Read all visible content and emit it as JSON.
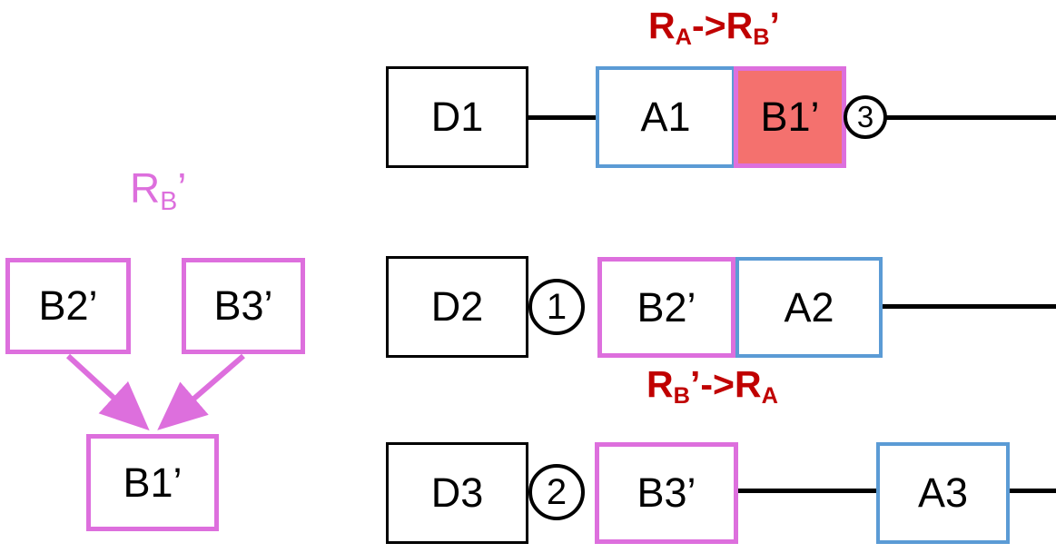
{
  "colors": {
    "magenta": "#DD6FDD",
    "blue": "#5B9BD5",
    "highlight_red_fill": "#F4716E",
    "annotation_red": "#C00000",
    "black": "#000000"
  },
  "left_group": {
    "title": {
      "base": "R",
      "sub": "B",
      "prime": "’"
    },
    "source_nodes": [
      {
        "label": "B2’"
      },
      {
        "label": "B3’"
      }
    ],
    "target_node": {
      "label": "B1’"
    }
  },
  "annotations": {
    "top": {
      "p1": "R",
      "s1": "A",
      "p2": "->R",
      "s2": "B",
      "p3": "’"
    },
    "middle": {
      "p1": "R",
      "s1": "B",
      "p2": "’->R",
      "s2": "A",
      "p3": ""
    }
  },
  "rows": [
    {
      "disk": "D1",
      "badge": "3",
      "blocks": [
        {
          "label": "A1"
        },
        {
          "label": "B1’"
        }
      ]
    },
    {
      "disk": "D2",
      "badge": "1",
      "blocks": [
        {
          "label": "B2’"
        },
        {
          "label": "A2"
        }
      ]
    },
    {
      "disk": "D3",
      "badge": "2",
      "blocks": [
        {
          "label": "B3’"
        },
        {
          "label": "A3"
        }
      ]
    }
  ]
}
